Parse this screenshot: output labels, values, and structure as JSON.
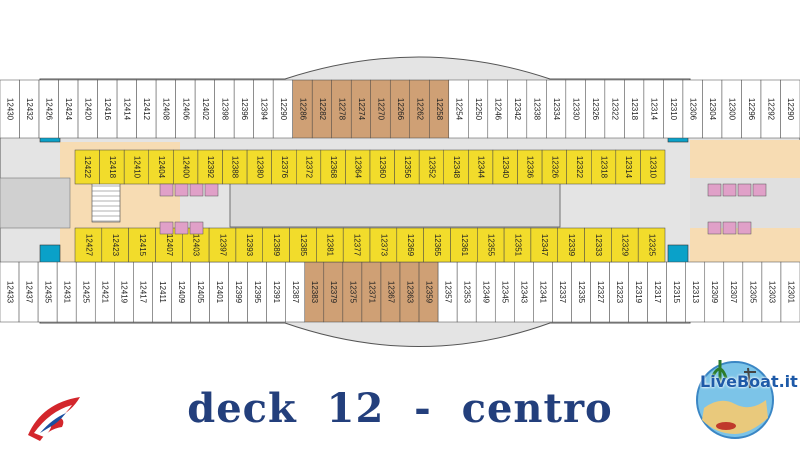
{
  "caption": {
    "word1": "deck",
    "number": "12",
    "sep": "-",
    "word2": "centro"
  },
  "logos": {
    "left_icon": "carnival-funnel-logo",
    "right_icon": "liveboat-logo",
    "right_text": "LiveBoat.it"
  },
  "colors": {
    "outer_cabin": "#ffffff",
    "midship_cabin": "#cfa075",
    "inner_cabin": "#f2dc2b",
    "stair_core": "#0aa1c9",
    "corridor": "#d9d9d9",
    "lobby": "#f7dcb3",
    "accessible_cabin": "#e0a0c8",
    "caption": "#233f7c"
  },
  "top_row": [
    "12430",
    "12432",
    "12426",
    "12424",
    "12420",
    "12416",
    "12414",
    "12412",
    "12408",
    "12406",
    "12402",
    "12398",
    "12396",
    "12394",
    "12290",
    "12286",
    "12282",
    "12278",
    "12274",
    "12270",
    "12266",
    "12262",
    "12258",
    "12254",
    "12250",
    "12246",
    "12342",
    "12338",
    "12334",
    "12330",
    "12326",
    "12322",
    "12318",
    "12314",
    "12310",
    "12306",
    "12304",
    "12300",
    "12296",
    "12292",
    "12290"
  ],
  "bottom_row": [
    "12433",
    "12437",
    "12435",
    "12431",
    "12425",
    "12421",
    "12419",
    "12417",
    "12411",
    "12409",
    "12405",
    "12401",
    "12399",
    "12395",
    "12391",
    "12387",
    "12383",
    "12379",
    "12375",
    "12371",
    "12367",
    "12363",
    "12359",
    "12357",
    "12353",
    "12349",
    "12345",
    "12343",
    "12341",
    "12337",
    "12335",
    "12327",
    "12323",
    "12319",
    "12317",
    "12315",
    "12313",
    "12309",
    "12307",
    "12305",
    "12303",
    "12301"
  ],
  "inner_top": [
    "12422",
    "12418",
    "12410",
    "12404",
    "12400",
    "12392",
    "12388",
    "12380",
    "12376",
    "12372",
    "12368",
    "12364",
    "12360",
    "12356",
    "12352",
    "12348",
    "12344",
    "12340",
    "12336",
    "12326",
    "12322",
    "12318",
    "12314",
    "12310"
  ],
  "inner_bottom": [
    "12427",
    "12423",
    "12415",
    "12407",
    "12403",
    "12397",
    "12393",
    "12389",
    "12385",
    "12381",
    "12377",
    "12373",
    "12369",
    "12365",
    "12361",
    "12355",
    "12351",
    "12347",
    "12339",
    "12333",
    "12329",
    "12325"
  ]
}
